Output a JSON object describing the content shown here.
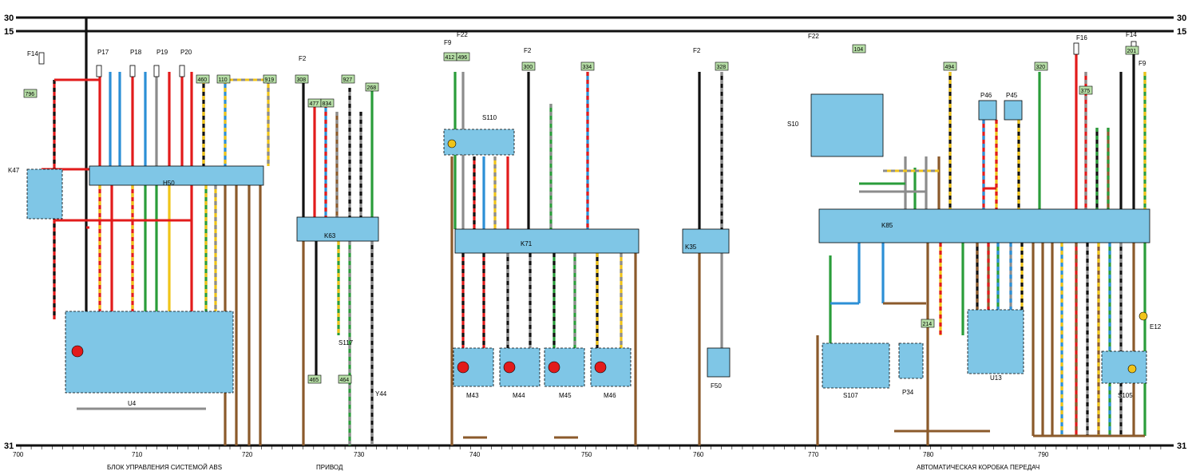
{
  "rails": {
    "top1": "30",
    "top2": "15",
    "bottom": "31"
  },
  "colors": {
    "red": "#e21b1b",
    "blue": "#2c8fd6",
    "green": "#2a9d3a",
    "yellow": "#f0c419",
    "brown": "#8b5a2b",
    "gray": "#8c8c8c",
    "black": "#111111",
    "module_fill": "#7fc6e6",
    "tag_fill": "#b8e0a8"
  },
  "fuses": {
    "f14": "F14",
    "f22": "F22",
    "f16": "F16",
    "f2a": "F2",
    "f2b": "F2",
    "f2c": "F2",
    "f9": "F9",
    "p17": "P17",
    "p18": "P18",
    "p19": "P19",
    "p20": "P20"
  },
  "modules": {
    "h50": "H50",
    "k63": "K63",
    "k71": "K71",
    "k35": "K35",
    "k85": "K85",
    "k47": "K47",
    "u4": "U4",
    "u13": "U13",
    "s10": "S10",
    "s107": "S107",
    "s105": "S105",
    "s110": "S110",
    "p34": "P34",
    "p46": "P46",
    "p45": "P45",
    "e12": "E12",
    "f50": "F50",
    "m43": "M43",
    "m44": "M44",
    "m45": "M45",
    "m46": "M46",
    "s117": "S117",
    "y44": "Y44"
  },
  "tags": {
    "t796": "796",
    "t460": "460",
    "t110": "110",
    "t919": "919",
    "t308": "308",
    "t477": "477",
    "t834": "834",
    "t927": "927",
    "t268": "268",
    "t412": "412",
    "t496": "496",
    "t300": "300",
    "t334": "334",
    "t328": "328",
    "t104": "104",
    "t494": "494",
    "t320": "320",
    "t375": "375",
    "t201": "201",
    "t214": "214",
    "t465": "465",
    "t464": "464"
  },
  "scale": {
    "marks": [
      "700",
      "710",
      "720",
      "730",
      "740",
      "750",
      "760",
      "770",
      "780",
      "790"
    ]
  },
  "captions": {
    "abs": "БЛОК УПРАВЛЕНИЯ СИСТЕМОЙ ABS",
    "drive": "ПРИВОД",
    "trans": "АВТОМАТИЧЕСКАЯ КОРОБКА ПЕРЕДАЧ"
  }
}
